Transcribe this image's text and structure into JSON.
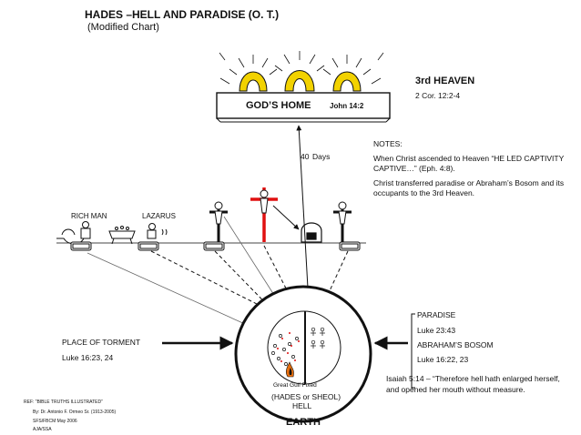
{
  "title": "HADES –HELL AND PARADISE (O. T.)",
  "subtitle": "(Modified Chart)",
  "heaven": {
    "label": "3rd HEAVEN",
    "reference": "2 Cor. 12:2-4",
    "home_label": "GOD’S HOME",
    "home_reference": "John 14:2",
    "days_number": "40",
    "days_word": "Days"
  },
  "notes": {
    "heading": "NOTES:",
    "note1_line1": "When Christ ascended to Heaven “HE LED CAPTIVITY",
    "note1_line2": "CAPTIVE…” (Eph. 4:8).",
    "note2_line1": "Christ transferred paradise or Abraham’s Bosom and its",
    "note2_line2": "occupants to the 3rd Heaven."
  },
  "earth_people": {
    "rich_man": "RICH MAN",
    "lazarus": "LAZARUS"
  },
  "torment": {
    "label": "PLACE OF TORMENT",
    "reference": "Luke 16:23, 24"
  },
  "paradise": {
    "label": "PARADISE",
    "reference": "Luke 23:43",
    "abrahams_bosom": "ABRAHAM’S BOSOM",
    "abrahams_reference": "Luke 16:22, 23"
  },
  "isaiah": {
    "line1": "Isaiah 5:14 – “Therefore hell hath enlarged herself,",
    "line2": "and opened her mouth without measure."
  },
  "hades": {
    "gulf": "Great Gulf Fixed",
    "line1": "(HADES or SHEOL)",
    "line2": "HELL"
  },
  "earth_label": "EARTH",
  "ref": {
    "line1": "REF:  “BIBLE TRUTHS ILLUSTRATED”",
    "line2": "By:  Dr. Antonio F. Ormeo Sr. (1913-2005)",
    "line3": "SFS/FBCM   May 2006",
    "line4": "AJA/SSA"
  },
  "colors": {
    "crown_fill": "#f2d200",
    "cross_red": "#e01010",
    "flame_orange": "#e87010",
    "ink": "#111111"
  }
}
